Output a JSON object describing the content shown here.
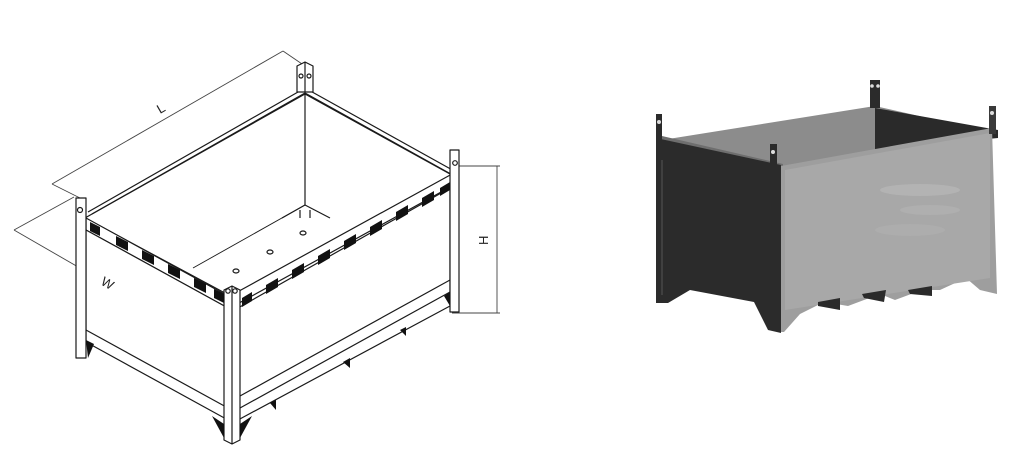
{
  "figure": {
    "left_panel": {
      "type": "line-drawing",
      "subject": "stackable steel box pallet with hazard-striped top rim",
      "dimensions": {
        "length_label": "L",
        "width_label": "W",
        "height_label": "H"
      }
    },
    "right_panel": {
      "type": "shaded-render",
      "subject": "steel box pallet"
    },
    "colors": {
      "line": "#1a1a1a",
      "dim_line": "#555555",
      "hazard_stripe": "#111111",
      "render_dark_side": "#2b2b2b",
      "render_light_side": "#9c9c9c",
      "render_interior": "#7d7d7d"
    }
  }
}
